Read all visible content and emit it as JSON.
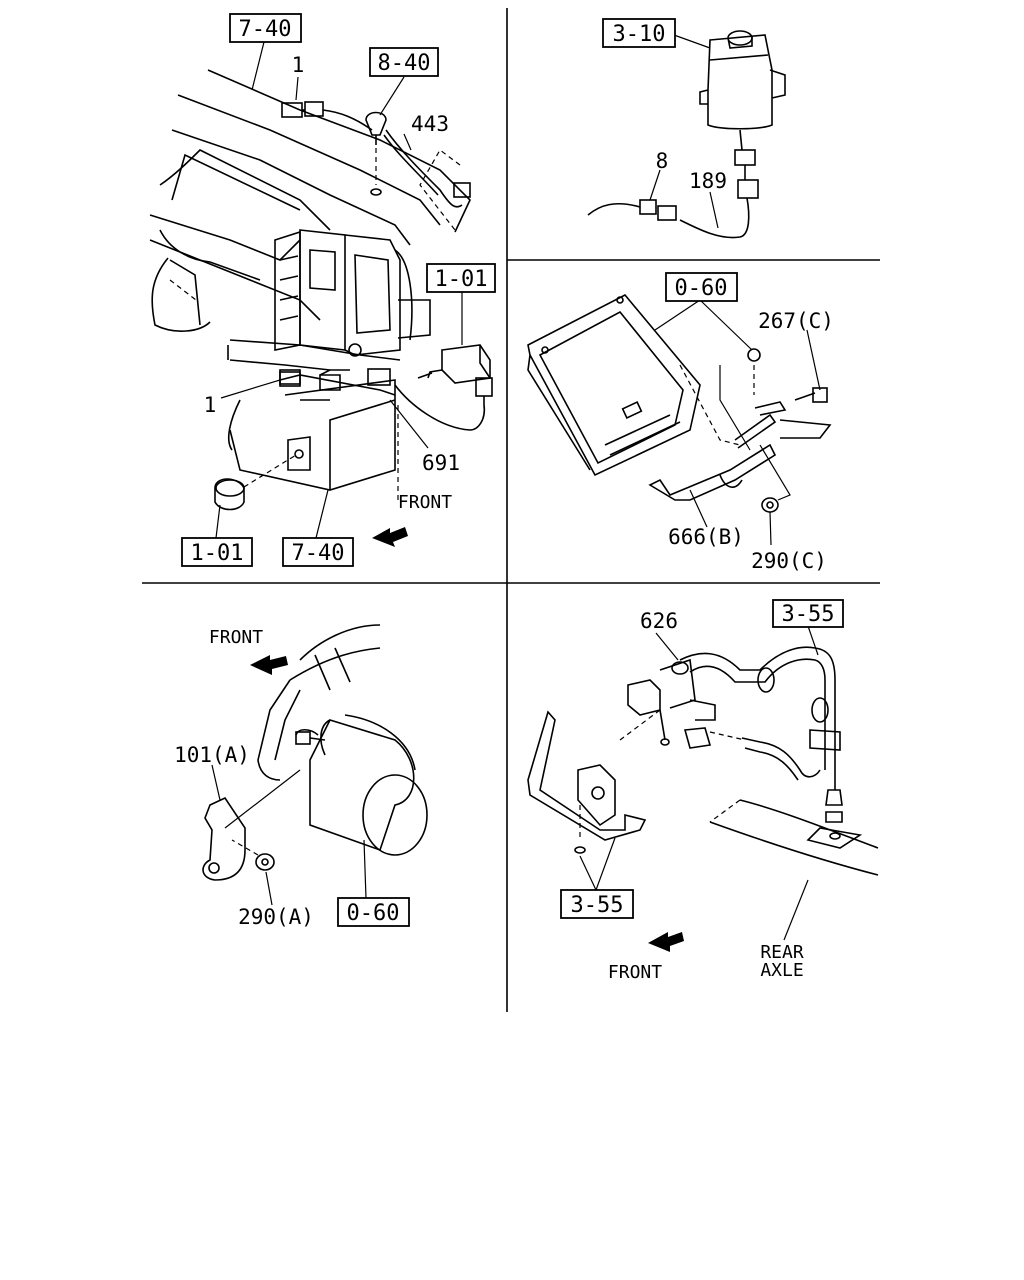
{
  "panels": {
    "dash": {
      "labels": {
        "box_7_40_top": "7-40",
        "box_8_40": "8-40",
        "num_1_top": "1",
        "num_443": "443",
        "box_1_01_right": "1-01",
        "num_1_left": "1",
        "num_691": "691",
        "box_1_01_bottom": "1-01",
        "box_7_40_bottom": "7-40",
        "front": "FRONT"
      }
    },
    "reservoir": {
      "labels": {
        "box_3_10": "3-10",
        "num_8": "8",
        "num_189": "189"
      }
    },
    "ecu": {
      "labels": {
        "box_0_60": "0-60",
        "num_267c": "267(C)",
        "num_666b": "666(B)",
        "num_290c": "290(C)"
      }
    },
    "canister": {
      "labels": {
        "front": "FRONT",
        "num_101a": "101(A)",
        "num_290a": "290(A)",
        "box_0_60": "0-60"
      }
    },
    "axle": {
      "labels": {
        "num_626": "626",
        "box_3_55_top": "3-55",
        "box_3_55_bottom": "3-55",
        "front": "FRONT",
        "rear": "REAR",
        "axle": "AXLE"
      }
    }
  }
}
